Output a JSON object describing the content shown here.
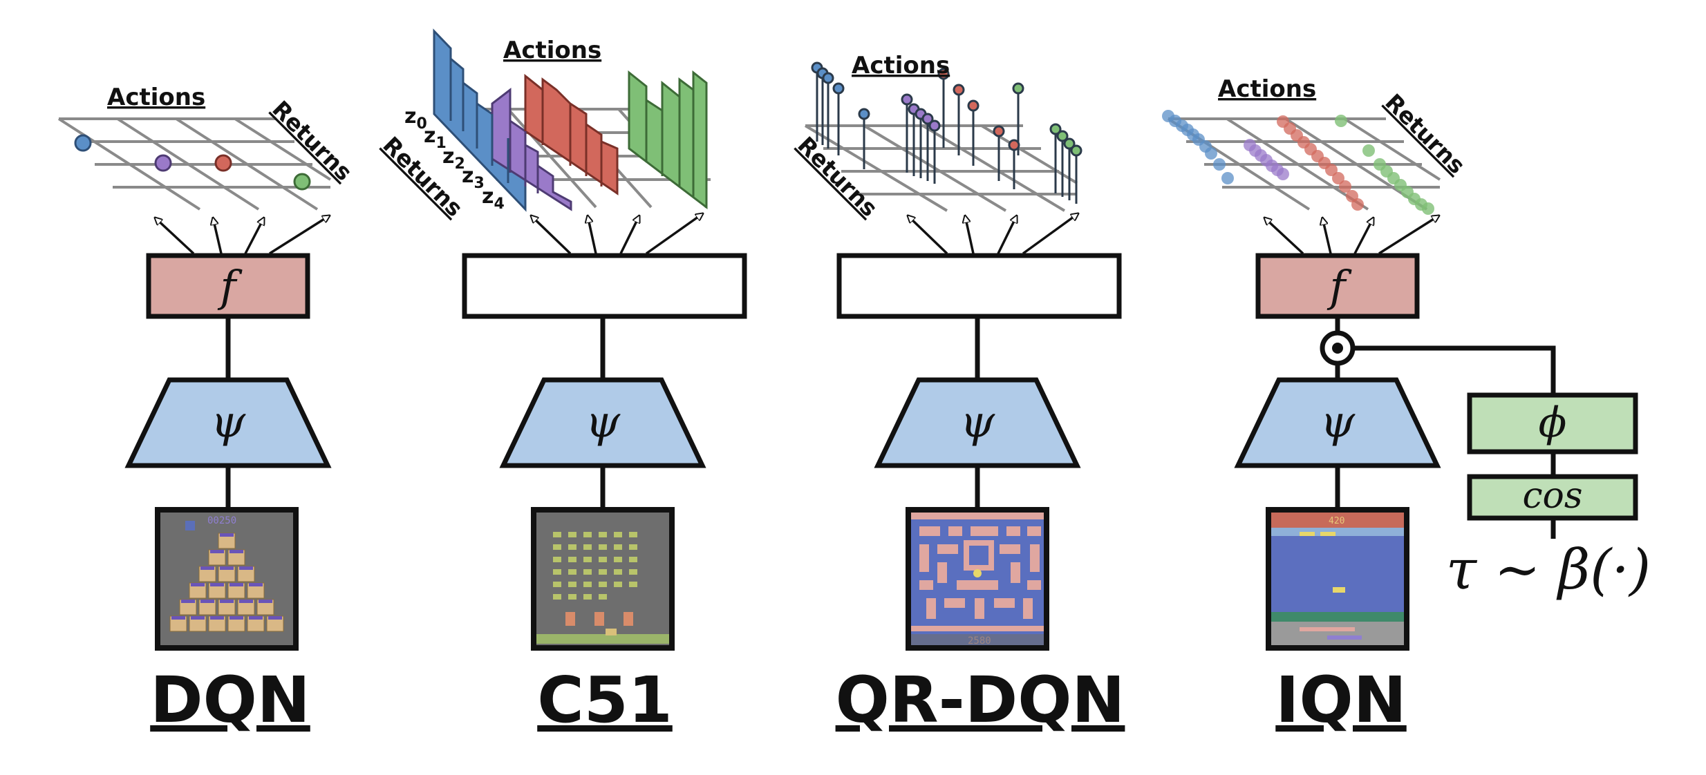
{
  "colors": {
    "blue": "#5b8fc7",
    "purple": "#9a7ac9",
    "red": "#d2685c",
    "green": "#7fbf76",
    "f_box": "#d9a7a2",
    "psi_trap": "#b0cbe8",
    "phi_box": "#bfdfb7",
    "grid": "#8a8a8a"
  },
  "labels": {
    "actions": "Actions",
    "returns": "Returns",
    "f": "f",
    "psi": "ψ",
    "phi": "ϕ",
    "cos": "cos",
    "tau": "τ ∼ β(·)",
    "z_atoms": [
      "z0",
      "z1",
      "z2",
      "z3",
      "z4"
    ]
  },
  "models": [
    {
      "name": "DQN",
      "head": "f",
      "screen": "qbert",
      "score": "00250"
    },
    {
      "name": "C51",
      "head": "",
      "screen": "space-invaders"
    },
    {
      "name": "QR-DQN",
      "head": "",
      "screen": "ms-pacman",
      "score": "2580"
    },
    {
      "name": "IQN",
      "head": "f",
      "screen": "seaquest",
      "score": "420"
    }
  ],
  "icons": [
    "arrow-head-icon",
    "hadamard-product-icon"
  ]
}
